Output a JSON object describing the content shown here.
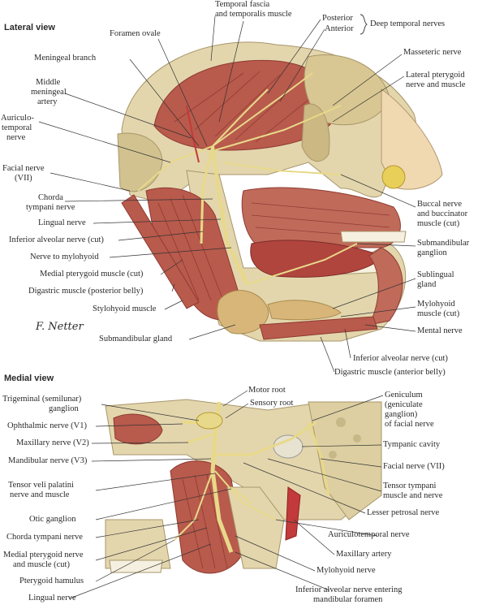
{
  "lateral": {
    "section_title": "Lateral view",
    "labels": {
      "temporal_fascia": "Temporal fascia",
      "temporalis": "and temporalis muscle",
      "posterior": "Posterior",
      "anterior": "Anterior",
      "deep_temporal": "Deep temporal nerves",
      "foramen_ovale": "Foramen ovale",
      "masseteric": "Masseteric nerve",
      "meningeal_branch": "Meningeal branch",
      "lat_pterygoid_1": "Lateral pterygoid",
      "lat_pterygoid_2": "nerve and muscle",
      "middle_meningeal_1": "Middle",
      "middle_meningeal_2": "meningeal",
      "middle_meningeal_3": "artery",
      "auriculotemporal_1": "Auriculo-",
      "auriculotemporal_2": "temporal",
      "auriculotemporal_3": "nerve",
      "facial_1": "Facial nerve",
      "facial_2": "(VII)",
      "chorda_1": "Chorda",
      "chorda_2": "tympani nerve",
      "buccal_1": "Buccal nerve",
      "buccal_2": "and buccinator",
      "buccal_3": "muscle (cut)",
      "lingual": "Lingual nerve",
      "inf_alveolar": "Inferior alveolar nerve (cut)",
      "submandibular_ganglion_1": "Submandibular",
      "submandibular_ganglion_2": "ganglion",
      "mylohyoid_nerve": "Nerve to mylohyoid",
      "sublingual_1": "Sublingual",
      "sublingual_2": "gland",
      "medial_pterygoid": "Medial pterygoid muscle (cut)",
      "digastric_post": "Digastric muscle (posterior belly)",
      "mylohyoid_muscle_1": "Mylohyoid",
      "mylohyoid_muscle_2": "muscle (cut)",
      "stylohyoid": "Stylohyoid muscle",
      "mental": "Mental nerve",
      "submandibular_gland": "Submandibular gland",
      "inf_alveolar_2": "Inferior alveolar nerve (cut)",
      "digastric_ant": "Digastric muscle (anterior belly)"
    },
    "signature": "F. Netter"
  },
  "medial": {
    "section_title": "Medial view",
    "labels": {
      "motor_root": "Motor root",
      "sensory_root": "Sensory root",
      "trigeminal_1": "Trigeminal (semilunar)",
      "trigeminal_2": "ganglion",
      "geniculum_1": "Geniculum",
      "geniculum_2": "(geniculate",
      "geniculum_3": "ganglion)",
      "geniculum_4": "of facial nerve",
      "ophthalmic": "Ophthalmic nerve (V1)",
      "maxillary_nerve": "Maxillary nerve (V2)",
      "tympanic": "Tympanic cavity",
      "mandibular": "Mandibular nerve (V3)",
      "facial": "Facial nerve (VII)",
      "tensor_veli_1": "Tensor veli palatini",
      "tensor_veli_2": "nerve and muscle",
      "tensor_tympani_1": "Tensor tympani",
      "tensor_tympani_2": "muscle and nerve",
      "otic": "Otic ganglion",
      "lesser_petrosal": "Lesser petrosal nerve",
      "chorda": "Chorda tympani nerve",
      "auriculotemporal": "Auriculotemporal nerve",
      "medial_pterygoid_1": "Medial pterygoid nerve",
      "medial_pterygoid_2": "and muscle (cut)",
      "maxillary_artery": "Maxillary artery",
      "pterygoid_hamulus": "Pterygoid hamulus",
      "mylohyoid": "Mylohyoid nerve",
      "lingual": "Lingual nerve",
      "inf_alveolar_1": "Inferior alveolar nerve entering",
      "inf_alveolar_2": "mandibular foramen"
    }
  },
  "colors": {
    "muscle": "#b85a4c",
    "muscle_dark": "#8e3b32",
    "bone": "#e3d6ad",
    "bone_dark": "#c8b787",
    "nerve": "#e8d98a",
    "gland": "#d8b67a",
    "skin": "#f0d8b0",
    "artery": "#c23a3a",
    "leader": "#333333"
  }
}
